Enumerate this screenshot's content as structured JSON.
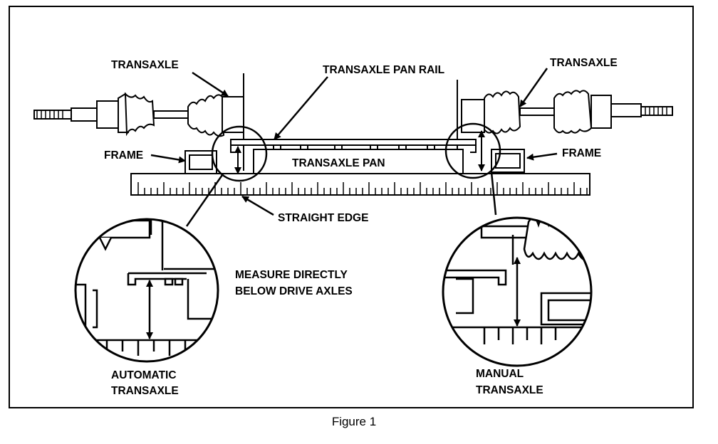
{
  "labels": {
    "transaxle_left": "TRANSAXLE",
    "transaxle_right": "TRANSAXLE",
    "pan_rail": "TRANSAXLE PAN RAIL",
    "frame_left": "FRAME",
    "frame_right": "FRAME",
    "pan": "TRANSAXLE PAN",
    "straight_edge": "STRAIGHT EDGE",
    "measure_line1": "MEASURE DIRECTLY",
    "measure_line2": "BELOW DRIVE AXLES",
    "automatic_line1": "AUTOMATIC",
    "automatic_line2": "TRANSAXLE",
    "manual_line1": "MANUAL",
    "manual_line2": "TRANSAXLE"
  },
  "caption": "Figure 1",
  "colors": {
    "ink": "#000000",
    "paper": "#ffffff"
  }
}
